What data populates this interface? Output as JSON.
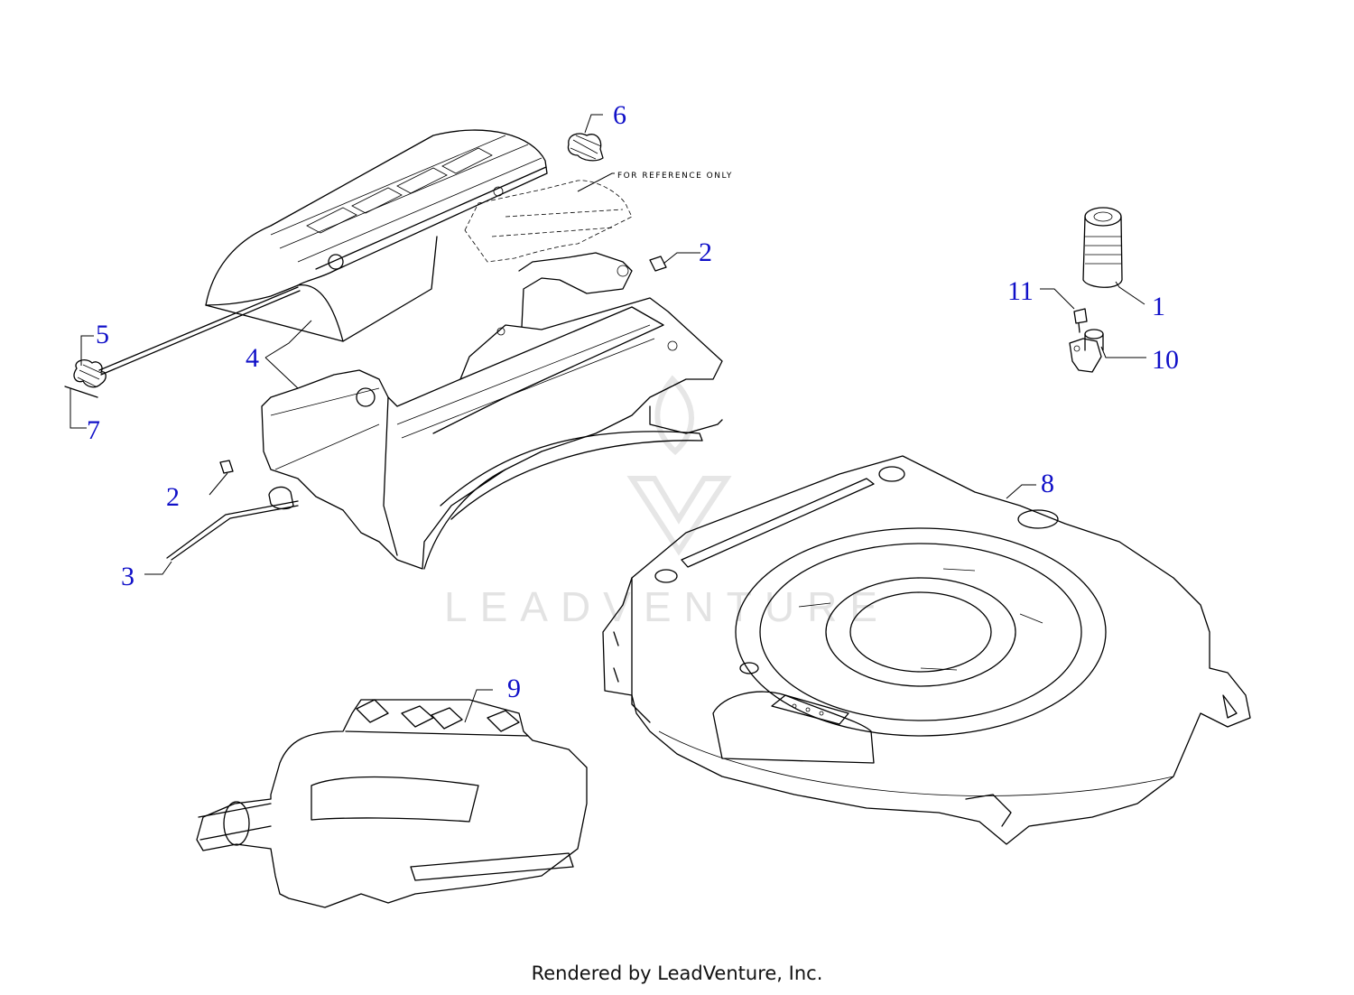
{
  "diagram": {
    "reference_note": "FOR REFERENCE ONLY",
    "watermark": "LEADVENTURE",
    "footer": "Rendered by LeadVenture, Inc.",
    "callouts": [
      {
        "id": "c1",
        "label": "1"
      },
      {
        "id": "c2a",
        "label": "2"
      },
      {
        "id": "c2b",
        "label": "2"
      },
      {
        "id": "c3",
        "label": "3"
      },
      {
        "id": "c4",
        "label": "4"
      },
      {
        "id": "c5",
        "label": "5"
      },
      {
        "id": "c6",
        "label": "6"
      },
      {
        "id": "c7",
        "label": "7"
      },
      {
        "id": "c8",
        "label": "8"
      },
      {
        "id": "c9",
        "label": "9"
      },
      {
        "id": "c10",
        "label": "10"
      },
      {
        "id": "c11",
        "label": "11"
      }
    ]
  }
}
